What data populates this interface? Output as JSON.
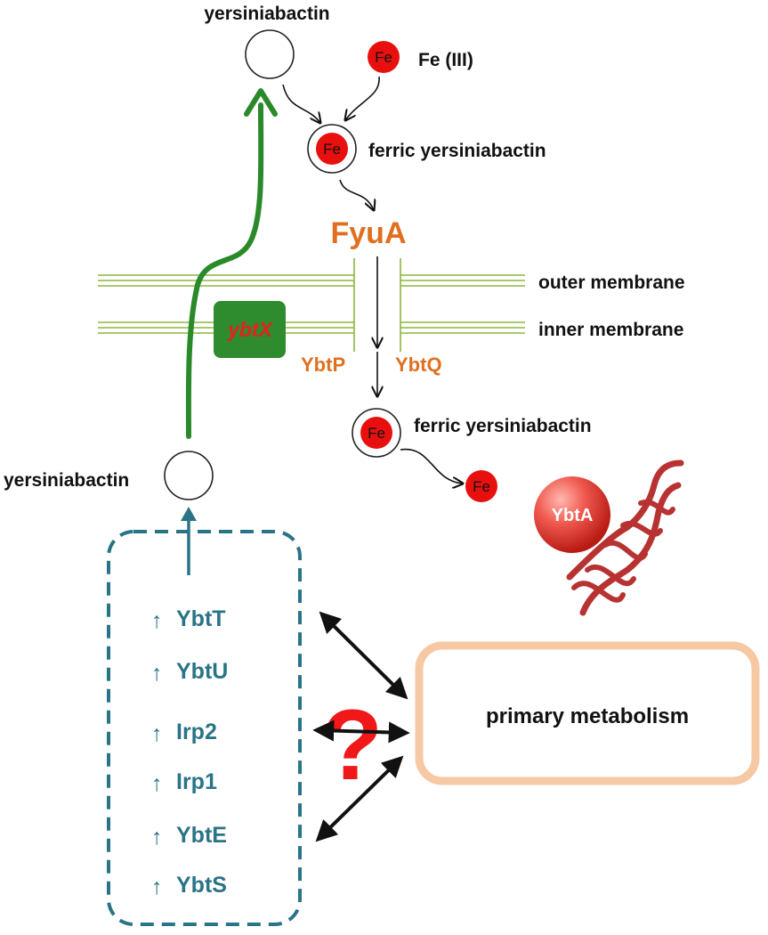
{
  "labels": {
    "yersiniabactin_top": "yersiniabactin",
    "fe_iii": "Fe (III)",
    "ferric_yersiniabactin_top": "ferric yersiniabactin",
    "fyua": "FyuA",
    "outer_membrane": "outer membrane",
    "inner_membrane": "inner membrane",
    "ybtx": "ybtX",
    "ybtp": "YbtP",
    "ybtq": "YbtQ",
    "ferric_yersiniabactin_bottom": "ferric yersiniabactin",
    "yersiniabactin_left": "yersiniabactin",
    "ybta": "YbtA",
    "primary_metabolism": "primary metabolism",
    "question_mark": "?"
  },
  "fe_symbol": "Fe",
  "genes": [
    {
      "arrow": "↑",
      "name": "YbtT"
    },
    {
      "arrow": "↑",
      "name": "YbtU"
    },
    {
      "arrow": "↑",
      "name": "Irp2"
    },
    {
      "arrow": "↑",
      "name": "Irp1"
    },
    {
      "arrow": "↑",
      "name": "YbtE"
    },
    {
      "arrow": "↑",
      "name": "YbtS"
    }
  ],
  "colors": {
    "membrane": "#8DB53C",
    "transport_green": "#2A8A2A",
    "ybtx_box": "#2E8B2E",
    "ybtx_text": "#E8201E",
    "protein_orange": "#E07020",
    "gene_teal": "#2A7487",
    "iron_red": "#E8100E",
    "metabolism_border": "#F6C8A4",
    "question_red": "#F01818",
    "dna_red": "#B83232"
  }
}
